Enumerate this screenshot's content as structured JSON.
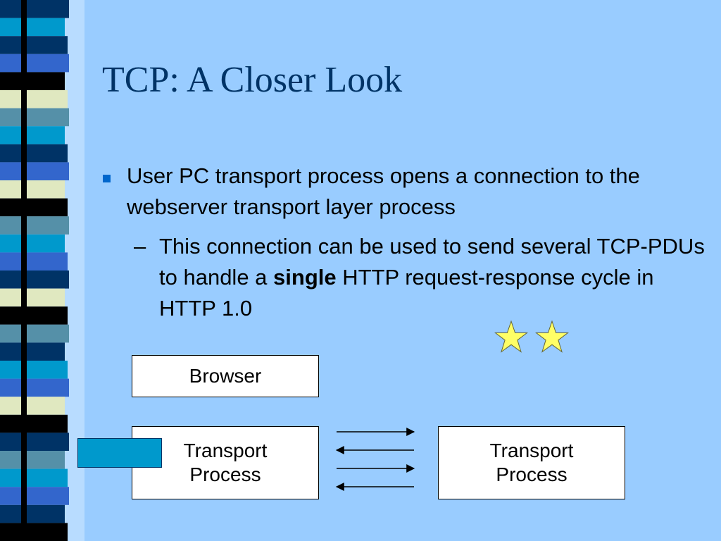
{
  "slide": {
    "title": "TCP: A Closer Look",
    "bullet": "User PC transport process opens a connection to the webserver transport layer process",
    "sub_bullet": {
      "dash": "–",
      "before": "This connection can be used to send several TCP-PDUs to handle a ",
      "bold": "single",
      "after": " HTTP request-response cycle in HTTP 1.0"
    }
  },
  "diagram": {
    "browser_label": "Browser",
    "left_process_label": "Transport\nProcess",
    "right_process_label": "Transport\nProcess",
    "arrows": [
      "right",
      "left",
      "right",
      "left"
    ]
  },
  "decorations": {
    "star_count": 2,
    "star_icon": "star-icon",
    "bullet_icon": "square-bullet-icon"
  },
  "colors": {
    "background": "#99ccff",
    "title": "#003366",
    "bullet": "#0066cc",
    "star_fill": "#ffff66",
    "accent_teal": "#0099cc",
    "stripe_palette": [
      "#003366",
      "#0099cc",
      "#3366cc",
      "#5590a8",
      "#000000",
      "#e0e8c0"
    ]
  }
}
